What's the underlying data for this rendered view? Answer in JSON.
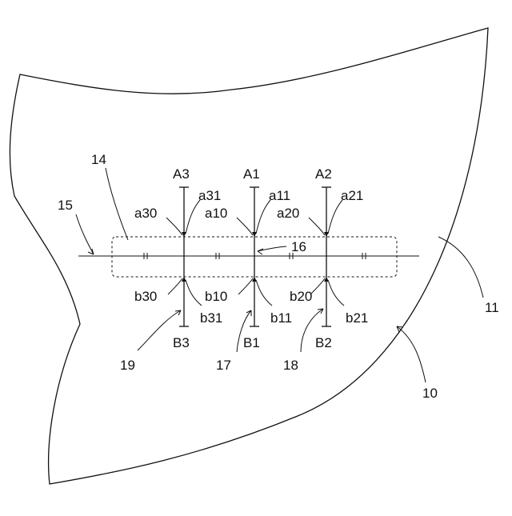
{
  "figure": {
    "ref_numerals": {
      "n10": "10",
      "n11": "11",
      "n14": "14",
      "n15": "15",
      "n16": "16",
      "n17": "17",
      "n18": "18",
      "n19": "19"
    },
    "section_labels": {
      "A1": "A1",
      "A2": "A2",
      "A3": "A3",
      "B1": "B1",
      "B2": "B2",
      "B3": "B3"
    },
    "point_labels": {
      "a10": "a10",
      "a11": "a11",
      "a20": "a20",
      "a21": "a21",
      "a30": "a30",
      "a31": "a31",
      "b10": "b10",
      "b11": "b11",
      "b20": "b20",
      "b21": "b21",
      "b30": "b30",
      "b31": "b31"
    }
  }
}
